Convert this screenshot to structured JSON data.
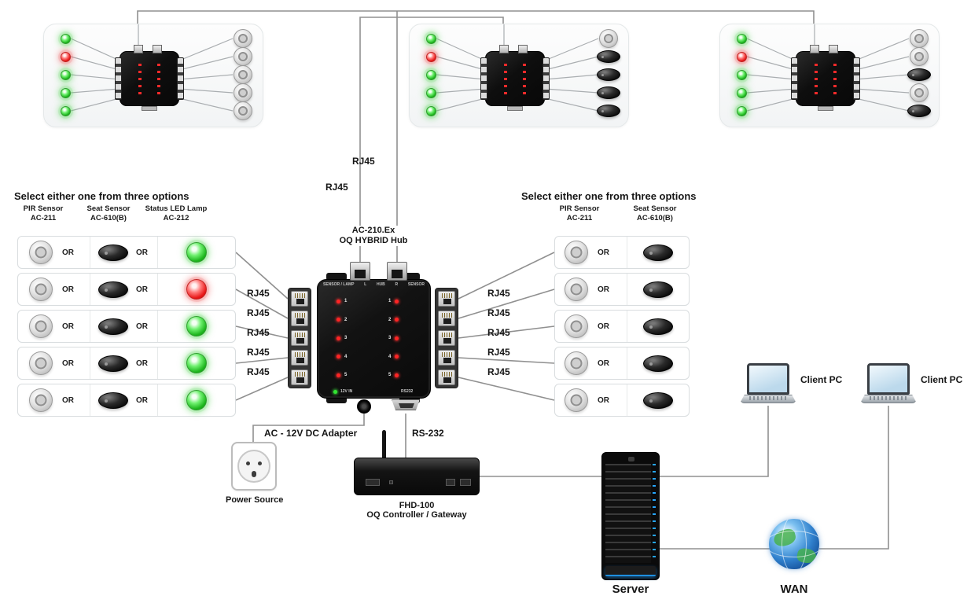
{
  "colors": {
    "led_green": "#2ecc2e",
    "led_red": "#ee1c1c",
    "wire": "#909090",
    "device_black": "#161616",
    "status_blue": "#27a7ff"
  },
  "top_panels": [
    {
      "leds": [
        "green",
        "red",
        "green",
        "green",
        "green"
      ],
      "devices": [
        "pir",
        "pir",
        "pir",
        "pir",
        "pir"
      ]
    },
    {
      "leds": [
        "green",
        "red",
        "green",
        "green",
        "green"
      ],
      "devices": [
        "pir",
        "seat",
        "seat",
        "seat",
        "seat"
      ]
    },
    {
      "leds": [
        "green",
        "red",
        "green",
        "green",
        "green"
      ],
      "devices": [
        "pir",
        "pir",
        "seat",
        "pir",
        "seat"
      ]
    }
  ],
  "uplinks": {
    "label1": "RJ45",
    "label2": "RJ45"
  },
  "hub": {
    "title_line1": "AC-210.Ex",
    "title_line2": "OQ HYBRID Hub",
    "header": [
      "SENSOR / LAMP",
      "L",
      "HUB",
      "R",
      "SENSOR"
    ],
    "channels": [
      "1",
      "2",
      "3",
      "4",
      "5"
    ],
    "power_label": "12V IN",
    "serial_label": "RS232"
  },
  "left_section": {
    "heading": "Select either one from three options",
    "columns": [
      {
        "line1": "PIR Sensor",
        "line2": "AC-211"
      },
      {
        "line1": "Seat Sensor",
        "line2": "AC-610(B)"
      },
      {
        "line1": "Status LED Lamp",
        "line2": "AC-212"
      }
    ],
    "or_label": "OR",
    "rj45_label": "RJ45",
    "rows": [
      {
        "led": "green"
      },
      {
        "led": "red"
      },
      {
        "led": "green"
      },
      {
        "led": "green"
      },
      {
        "led": "green"
      }
    ]
  },
  "right_section": {
    "heading": "Select either one from three options",
    "columns": [
      {
        "line1": "PIR Sensor",
        "line2": "AC-211"
      },
      {
        "line1": "Seat Sensor",
        "line2": "AC-610(B)"
      }
    ],
    "or_label": "OR",
    "rj45_label": "RJ45"
  },
  "bottom": {
    "adapter_label": "AC - 12V DC Adapter",
    "power_source_label": "Power Source",
    "rs232_label": "RS-232",
    "gateway_name": "FHD-100",
    "gateway_desc": "OQ Controller / Gateway",
    "server_label": "Server",
    "wan_label": "WAN",
    "client_pc1_label": "Client PC",
    "client_pc2_label": "Client PC"
  }
}
